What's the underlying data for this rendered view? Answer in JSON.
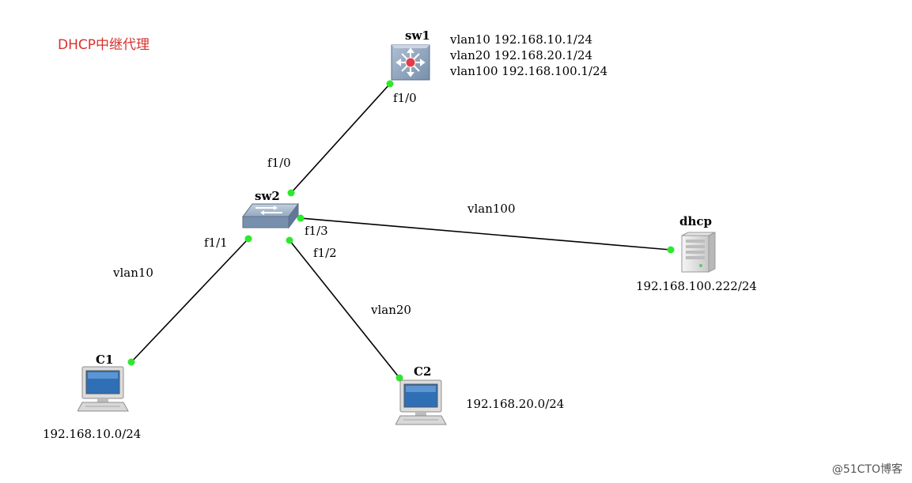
{
  "title": "DHCP中继代理",
  "watermark": "@51CTO博客",
  "devices": {
    "sw1": {
      "name": "sw1"
    },
    "sw2": {
      "name": "sw2"
    },
    "dhcp": {
      "name": "dhcp",
      "ip": "192.168.100.222/24"
    },
    "c1": {
      "name": "C1",
      "ip": "192.168.10.0/24"
    },
    "c2": {
      "name": "C2",
      "ip": "192.168.20.0/24"
    }
  },
  "sw1_info": [
    "vlan10 192.168.10.1/24",
    "vlan20 192.168.20.1/24",
    "vlan100 192.168.100.1/24"
  ],
  "ports": {
    "sw1_f10": "f1/0",
    "sw2_f10": "f1/0",
    "sw2_f11": "f1/1",
    "sw2_f12": "f1/2",
    "sw2_f13": "f1/3"
  },
  "vlan_labels": {
    "c1_link": "vlan10",
    "c2_link": "vlan20",
    "dhcp_link": "vlan100"
  },
  "colors": {
    "title": "#d9302c",
    "port_dot": "#2ee82e",
    "link": "#000000"
  }
}
